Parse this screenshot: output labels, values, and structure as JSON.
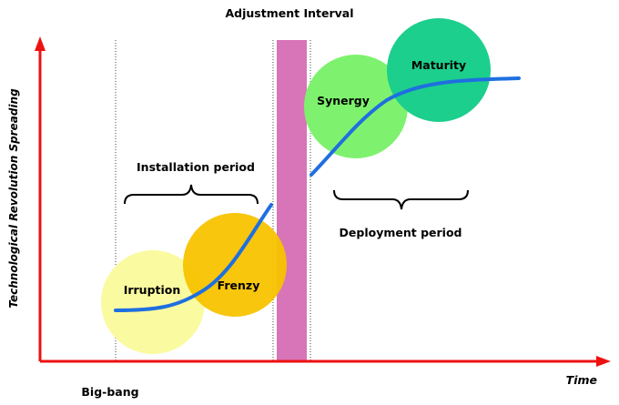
{
  "labels": {
    "adjustment_interval": "Adjustment Interval",
    "installation_period": "Installation period",
    "deployment_period": "Deployment period",
    "big_bang": "Big-bang",
    "time_axis": "Time",
    "y_axis": "Technological Revolution Spreading"
  },
  "phases": {
    "irruption": "Irruption",
    "frenzy": "Frenzy",
    "synergy": "Synergy",
    "maturity": "Maturity"
  },
  "colors": {
    "axis": "#ee1111",
    "curve": "#1f6fe0",
    "irruption": "#fafaa0",
    "frenzy": "#f7c300",
    "synergy": "#7ef26e",
    "maturity": "#1ccf8c",
    "adjustment_bar": "#d874b8"
  }
}
